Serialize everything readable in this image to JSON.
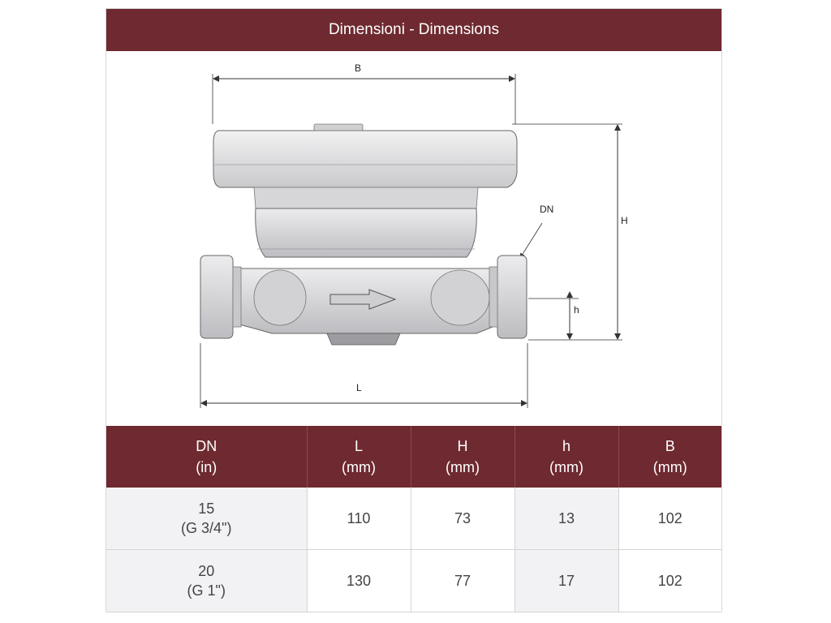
{
  "title": "Dimensioni - Dimensions",
  "drawing": {
    "labels": {
      "B": "B",
      "H": "H",
      "DN": "DN",
      "h": "h",
      "L": "L"
    },
    "colors": {
      "accent": "#6e2a30",
      "body": "#e4e4e6",
      "outline": "#555555"
    }
  },
  "table": {
    "headers": [
      {
        "top": "DN",
        "bottom": "(in)"
      },
      {
        "top": "L",
        "bottom": "(mm)"
      },
      {
        "top": "H",
        "bottom": "(mm)"
      },
      {
        "top": "h",
        "bottom": "(mm)"
      },
      {
        "top": "B",
        "bottom": "(mm)"
      }
    ],
    "rows": [
      {
        "dn_top": "15",
        "dn_bottom": "(G 3/4\")",
        "L": "110",
        "H": "73",
        "h": "13",
        "B": "102"
      },
      {
        "dn_top": "20",
        "dn_bottom": "(G 1\")",
        "L": "130",
        "H": "77",
        "h": "17",
        "B": "102"
      }
    ]
  }
}
